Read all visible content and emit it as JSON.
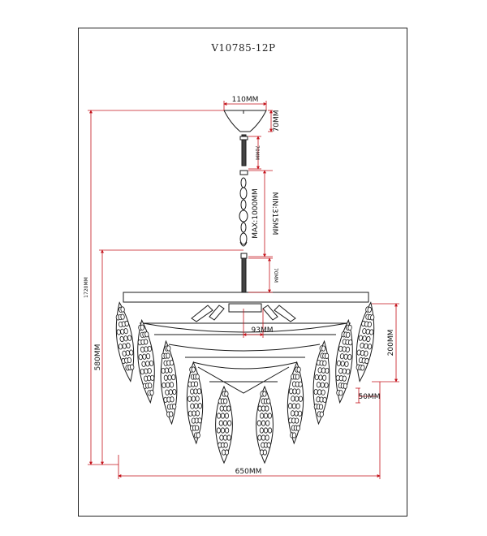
{
  "title": "V10785-12P",
  "dimensions": {
    "canopy_width": "110MM",
    "canopy_height": "70MM",
    "rod_top": "70MM",
    "chain_max": "MAX:1000MM",
    "chain_min": "MIN:315MM",
    "rod_bottom": "70MM",
    "overall_height": "1720MM",
    "body_height": "580MM",
    "center_width": "93MM",
    "pendant_height": "200MM",
    "pendant_gap": "50MM",
    "overall_width": "650MM"
  },
  "colors": {
    "line": "#1a1a1a",
    "dimension": "#c4141c"
  }
}
